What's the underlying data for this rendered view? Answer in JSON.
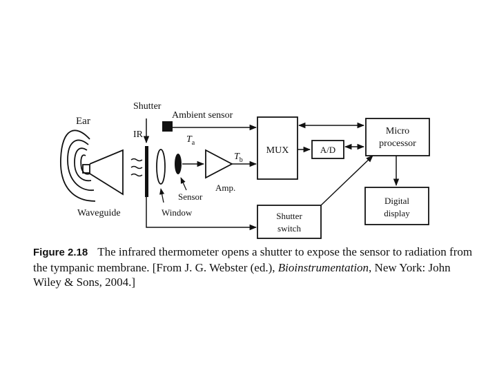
{
  "diagram": {
    "labels": {
      "shutter": "Shutter",
      "ear": "Ear",
      "ir": "IR",
      "ambient_sensor": "Ambient sensor",
      "ta_main": "T",
      "ta_sub": "a",
      "tb_main": "T",
      "tb_sub": "b",
      "mux": "MUX",
      "ad": "A/D",
      "micro_line1": "Micro",
      "micro_line2": "processor",
      "sensor": "Sensor",
      "amp": "Amp.",
      "waveguide": "Waveguide",
      "window": "Window",
      "shutter_switch_line1": "Shutter",
      "shutter_switch_line2": "switch",
      "digital_line1": "Digital",
      "digital_line2": "display"
    }
  },
  "caption": {
    "figure_label": "Figure 2.18",
    "text_part1": "The infrared thermometer opens a shutter to expose the sensor to radiation from the tympanic membrane. [From J. G. Webster (ed.), ",
    "title_italic": "Bioinstrumentation",
    "text_part2": ", New York: John Wiley & Sons, 2004.]"
  }
}
